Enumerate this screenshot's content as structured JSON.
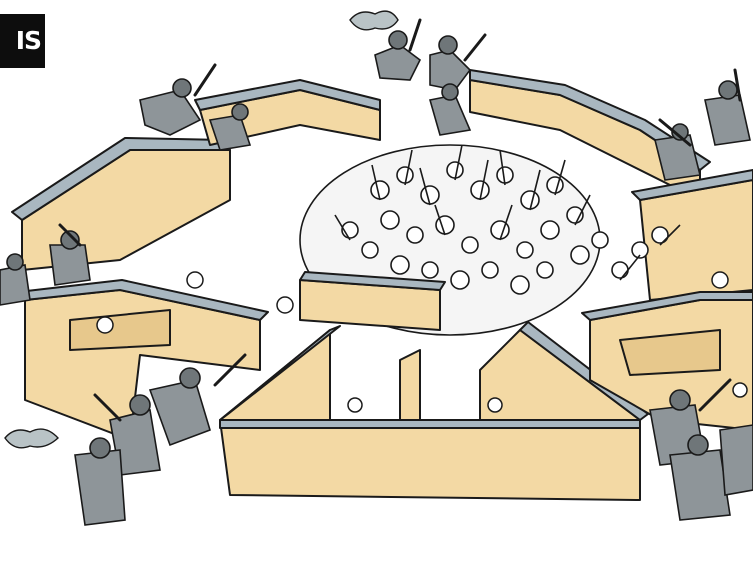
{
  "logo": {
    "text": "IS"
  },
  "colors": {
    "wall_top": "#a9b7c0",
    "wall_face": "#f3d9a4",
    "wall_face_shadow": "#e7c88c",
    "police": "#8e9599",
    "police_dark": "#6f7679",
    "crowd_fill": "#ffffff",
    "ink": "#1a1a1a",
    "smoke": "#b9c3c6"
  },
  "icons": {
    "maze": "maze-walls",
    "police": "riot-police-figures",
    "crowd": "crowd-figures"
  }
}
